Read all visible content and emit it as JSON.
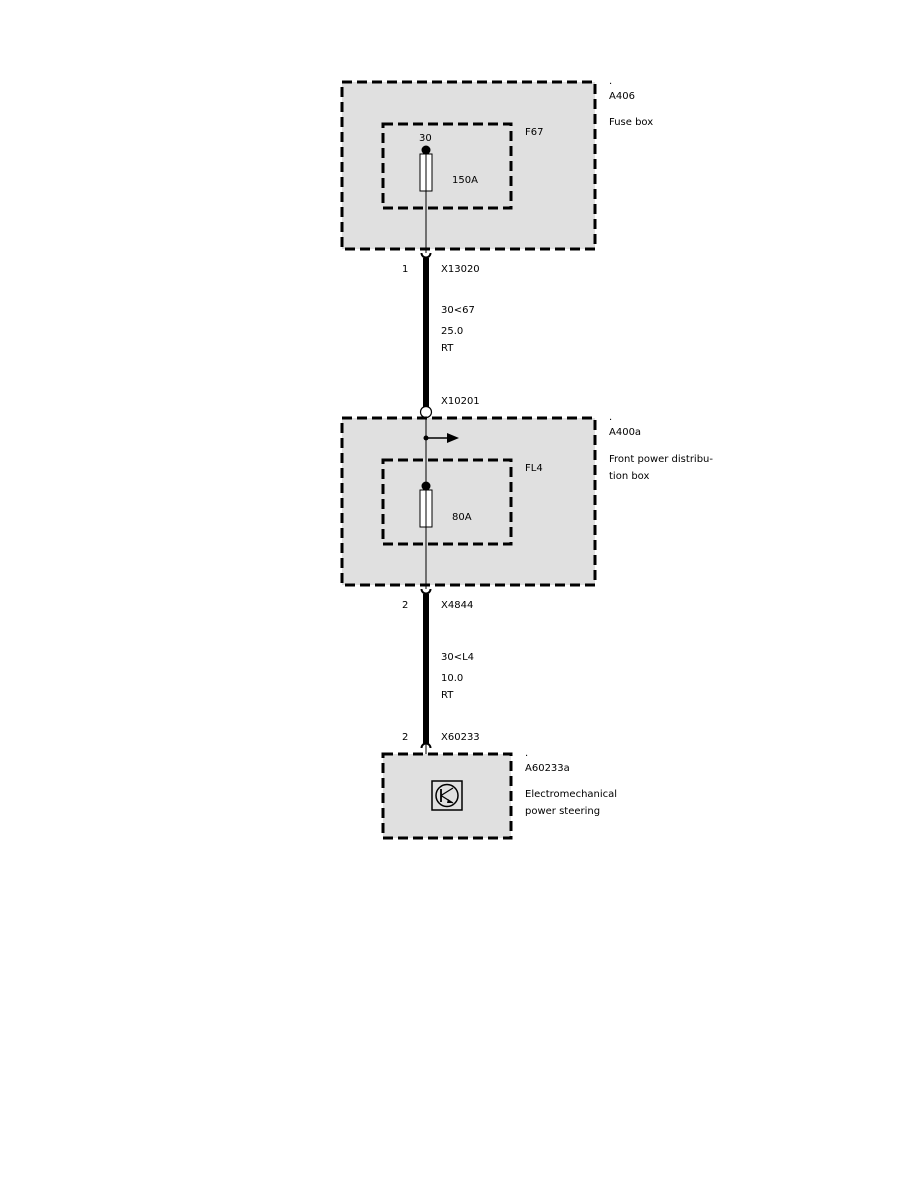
{
  "colors": {
    "box_fill": "#e0e0e0",
    "line": "#000000",
    "background": "#ffffff"
  },
  "components": {
    "fuse_box": {
      "dot": ".",
      "id": "A406",
      "name": "Fuse box",
      "fuse_id": "F67",
      "terminal": "30",
      "rating": "150A"
    },
    "connector_top": {
      "pin": "1",
      "id": "X13020"
    },
    "wire_1": {
      "signal": "30<67",
      "gauge": "25.0",
      "color_code": "RT"
    },
    "splice": {
      "id": "X10201"
    },
    "distribution_box": {
      "dot": ".",
      "id": "A400a",
      "name_line1": "Front power distribu-",
      "name_line2": "tion box",
      "fuse_id": "FL4",
      "rating": "80A"
    },
    "connector_mid": {
      "pin": "2",
      "id": "X4844"
    },
    "wire_2": {
      "signal": "30<L4",
      "gauge": "10.0",
      "color_code": "RT"
    },
    "connector_bottom": {
      "pin": "2",
      "id": "X60233"
    },
    "steering": {
      "dot": ".",
      "id": "A60233a",
      "name_line1": "Electromechanical",
      "name_line2": "power steering",
      "icon": "control-unit-icon"
    }
  }
}
